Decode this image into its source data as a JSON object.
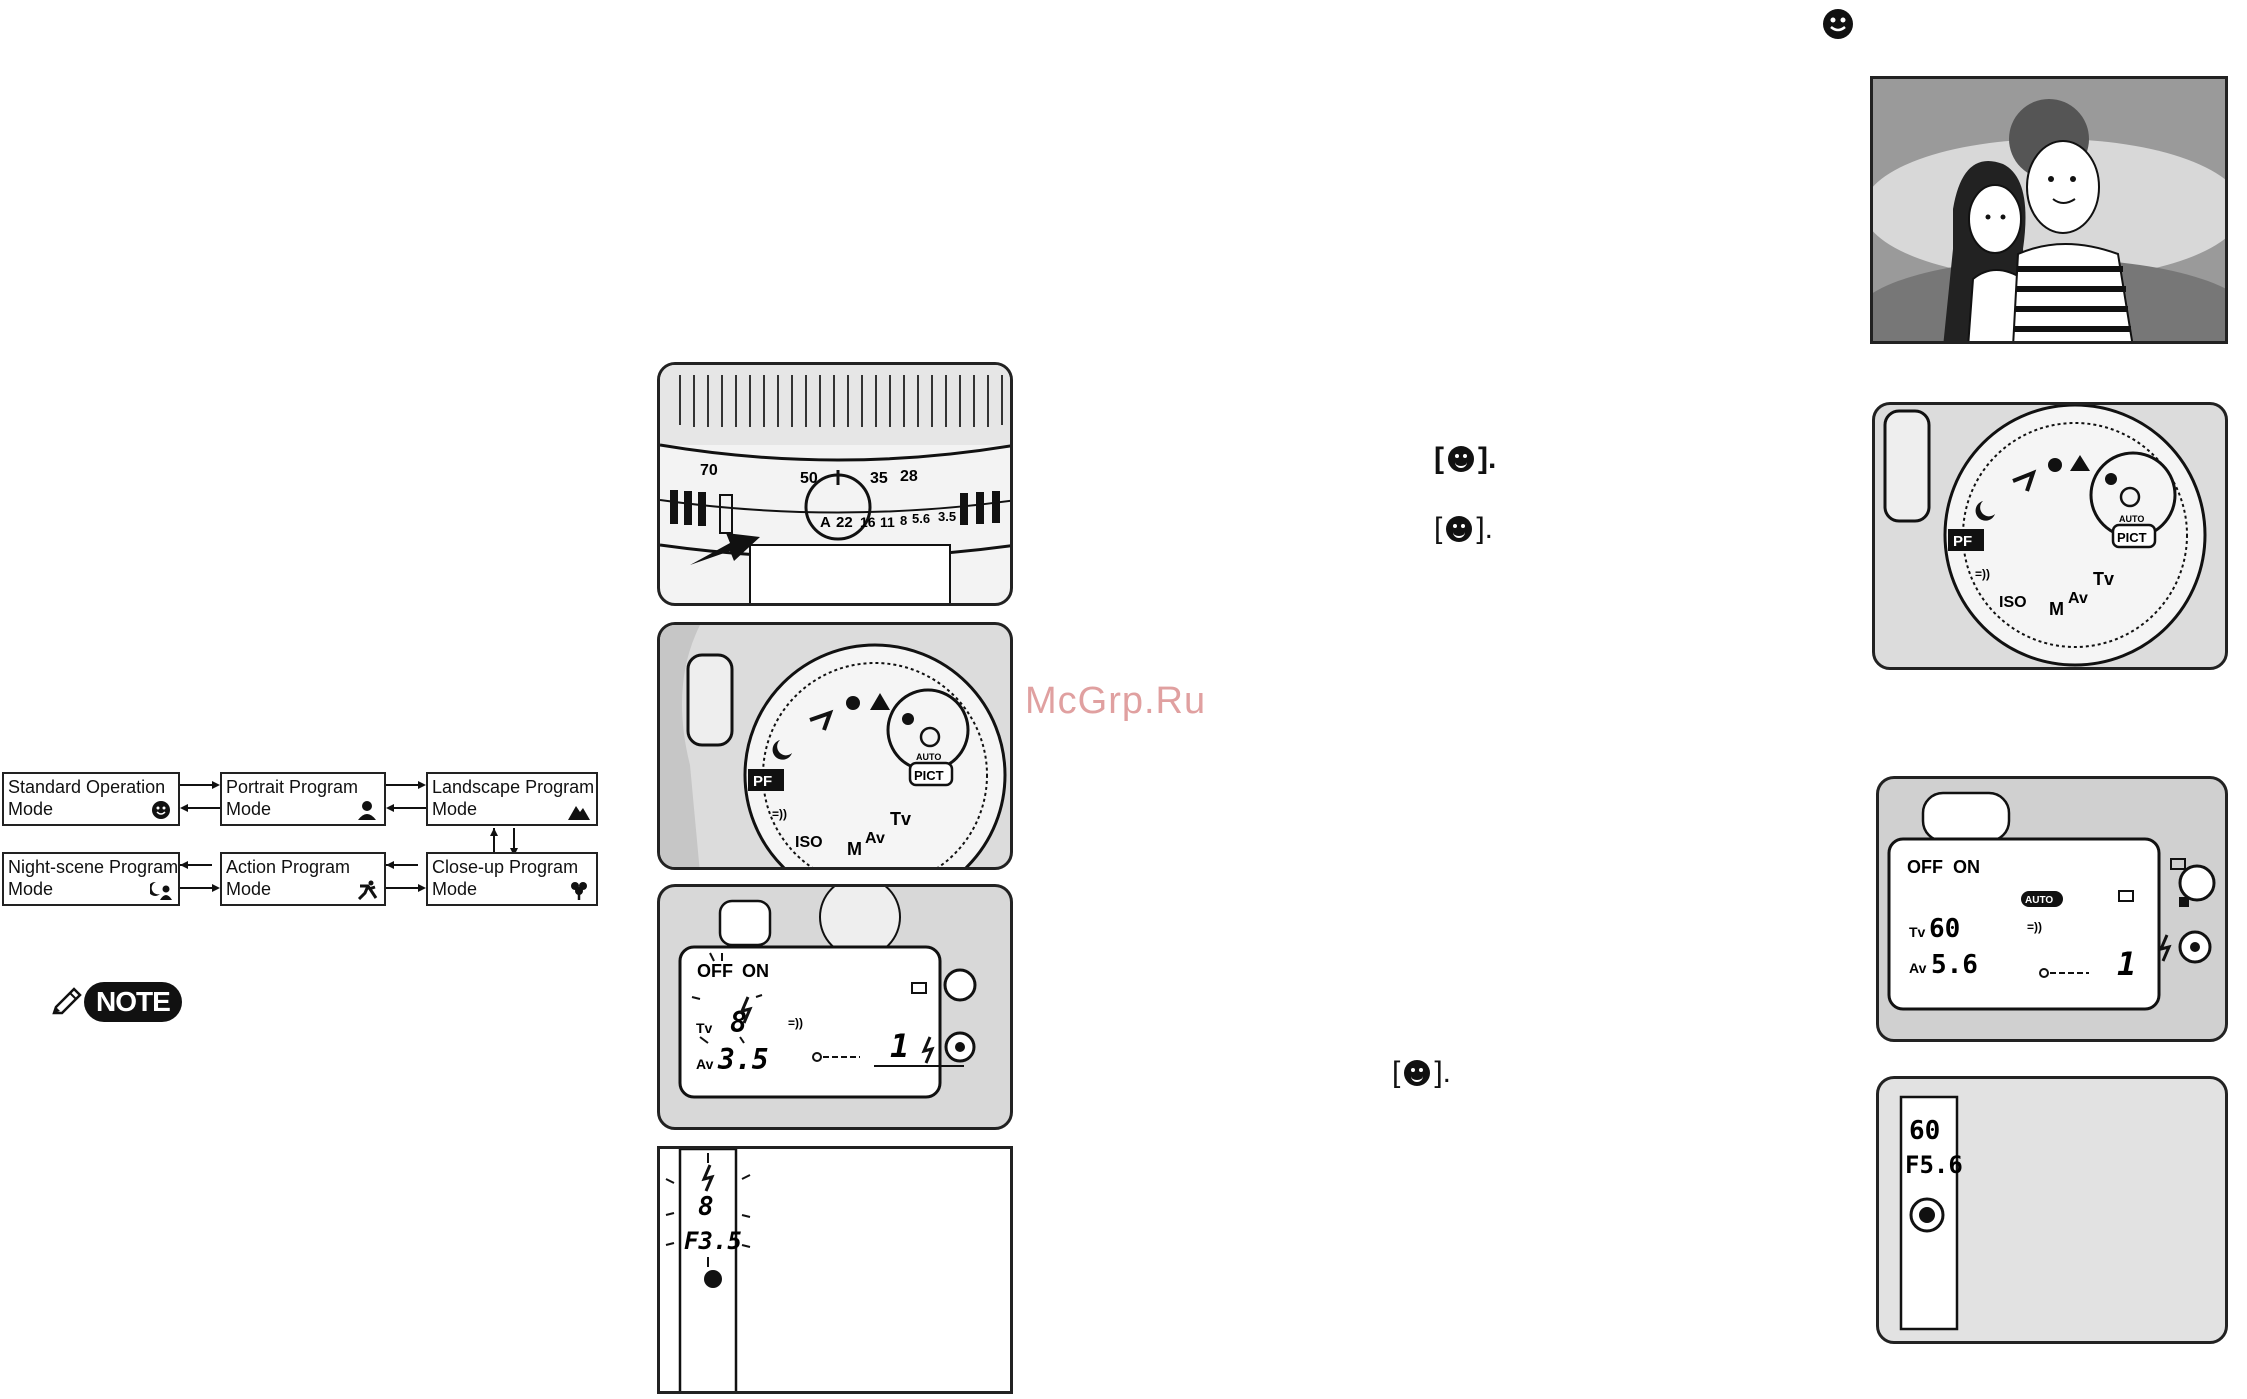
{
  "mode_flow": {
    "boxes": [
      {
        "line1": "Standard Operation",
        "line2": "Mode",
        "icon": "smiley-icon"
      },
      {
        "line1": "Portrait Program",
        "line2": "Mode",
        "icon": "portrait-icon"
      },
      {
        "line1": "Landscape Program",
        "line2": "Mode",
        "icon": "mountain-icon"
      },
      {
        "line1": "Night-scene Program",
        "line2": "Mode",
        "icon": "night-scene-icon"
      },
      {
        "line1": "Action Program",
        "line2": "Mode",
        "icon": "runner-icon"
      },
      {
        "line1": "Close-up Program",
        "line2": "Mode",
        "icon": "flower-icon"
      }
    ]
  },
  "note": {
    "label": "NOTE"
  },
  "watermark": "McGrp.Ru",
  "lens_scale": {
    "focal": [
      "70",
      "50",
      "35",
      "28"
    ],
    "aperture": [
      "A",
      "22",
      "16",
      "11",
      "8",
      "5.6",
      "3.5"
    ]
  },
  "mode_dial": {
    "labels": [
      "PF",
      "PICT",
      "AUTO",
      "Tv",
      "Av",
      "M",
      "ISO"
    ]
  },
  "lcd_left": {
    "off": "OFF",
    "on": "ON",
    "tv_label": "Tv",
    "shutter": "8",
    "av_label": "Av",
    "aperture": "3.5",
    "count": "1"
  },
  "viewfinder_left": {
    "shutter": "8",
    "aperture": "F3.5"
  },
  "lcd_right": {
    "off": "OFF",
    "on": "ON",
    "auto": "AUTO",
    "tv_label": "Tv",
    "shutter": "60",
    "av_label": "Av",
    "aperture": "5.6",
    "count": "1"
  },
  "viewfinder_right": {
    "shutter": "60",
    "aperture": "F5.6"
  },
  "refs": {
    "ref1_open": "[",
    "ref1_close": "].",
    "ref2_open": "[",
    "ref2_close": "].",
    "ref3_open": "[",
    "ref3_close": "]."
  },
  "colors": {
    "ink": "#111111",
    "panel": "#f3f3f3",
    "watermark": "#e0a0a0"
  }
}
